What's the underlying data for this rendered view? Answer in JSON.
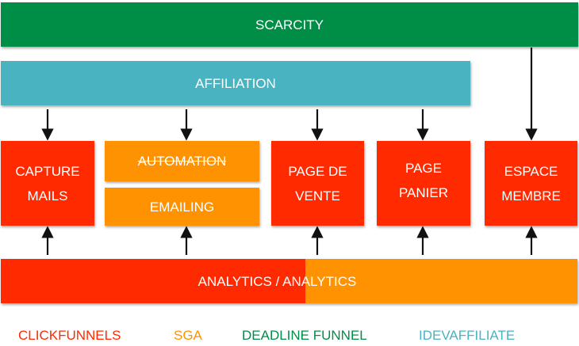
{
  "colors": {
    "clickfunnels": "#FF2A00",
    "sga": "#FF9200",
    "deadline_funnel": "#008E47",
    "idevaffiliate": "#4AB3C1",
    "arrow": "#111111",
    "text_on_box": "#FFFFFF"
  },
  "bars": {
    "scarcity": "SCARCITY",
    "affiliation": "AFFILIATION",
    "analytics": "ANALYTICS / ANALYTICS"
  },
  "boxes": {
    "capture_mails": [
      "CAPTURE",
      "MAILS"
    ],
    "automation": "AUTOMATION",
    "emailing": "EMAILING",
    "page_de_vente": [
      "PAGE DE",
      "VENTE"
    ],
    "page_panier": [
      "PAGE",
      "PANIER"
    ],
    "espace_membre": [
      "ESPACE",
      "MEMBRE"
    ]
  },
  "legend": {
    "clickfunnels": "CLICKFUNNELS",
    "sga": "SGA",
    "deadline_funnel": "DEADLINE FUNNEL",
    "idevaffiliate": "IDEVAFFILIATE"
  }
}
